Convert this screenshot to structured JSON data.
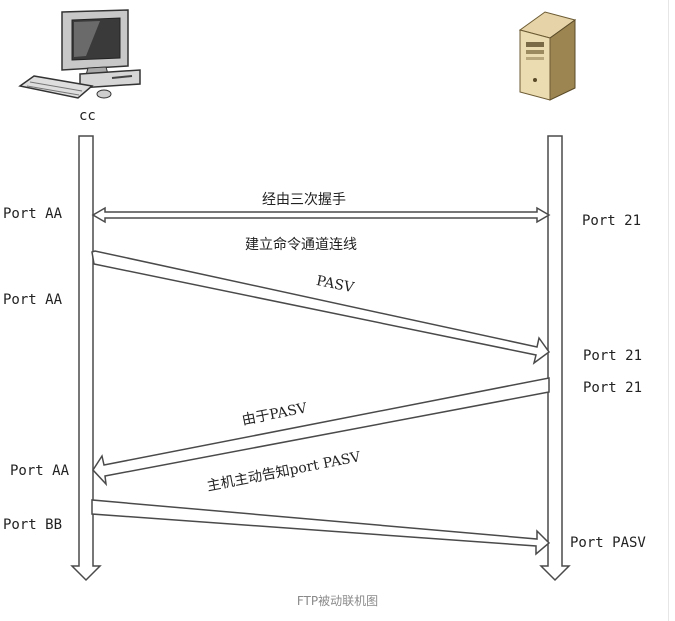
{
  "client_label": "cc",
  "left_ports": [
    "Port AA",
    "Port AA",
    "Port AA",
    "Port BB"
  ],
  "right_ports": [
    "Port 21",
    "Port 21",
    "Port 21",
    "Port PASV"
  ],
  "messages": {
    "handshake": "经由三次握手",
    "setup": "建立命令通道连线",
    "pasv": "PASV",
    "reply_top": "由于PASV",
    "reply_bottom": "主机主动告知port PASV"
  },
  "caption": "FTP被动联机图",
  "icons": {
    "client": "desktop-computer-icon",
    "server": "server-tower-icon"
  }
}
